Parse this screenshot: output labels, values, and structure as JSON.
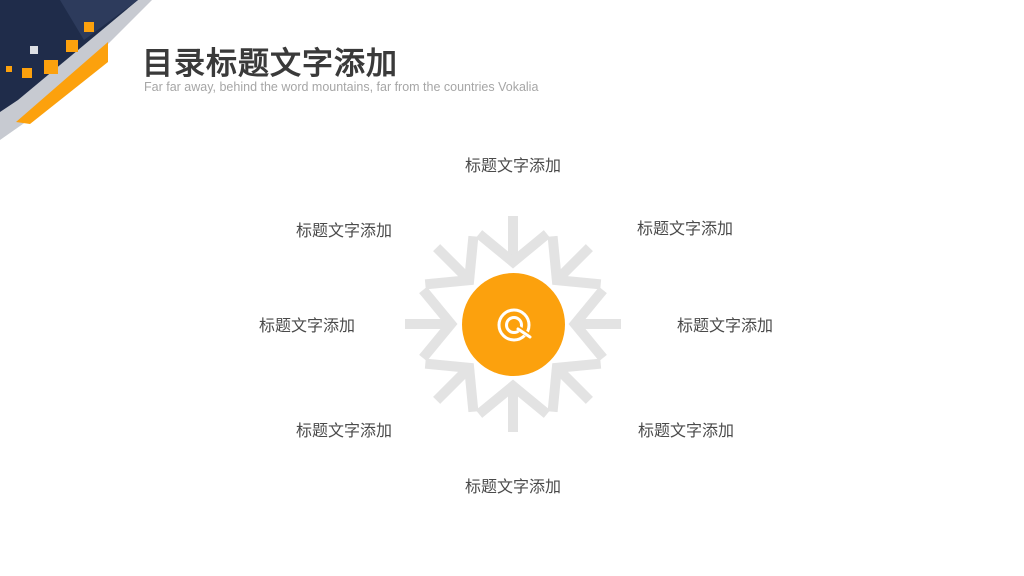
{
  "header": {
    "title": "目录标题文字添加",
    "subtitle": "Far far away, behind the word mountains, far from the countries Vokalia"
  },
  "diagram": {
    "labels": [
      "标题文字添加",
      "标题文字添加",
      "标题文字添加",
      "标题文字添加",
      "标题文字添加",
      "标题文字添加",
      "标题文字添加",
      "标题文字添加"
    ],
    "hub_icon": "target-icon"
  },
  "colors": {
    "accent": "#fca10d",
    "navy": "#1f2c4a",
    "arrow": "#e3e3e3",
    "text": "#4a4a4a"
  }
}
